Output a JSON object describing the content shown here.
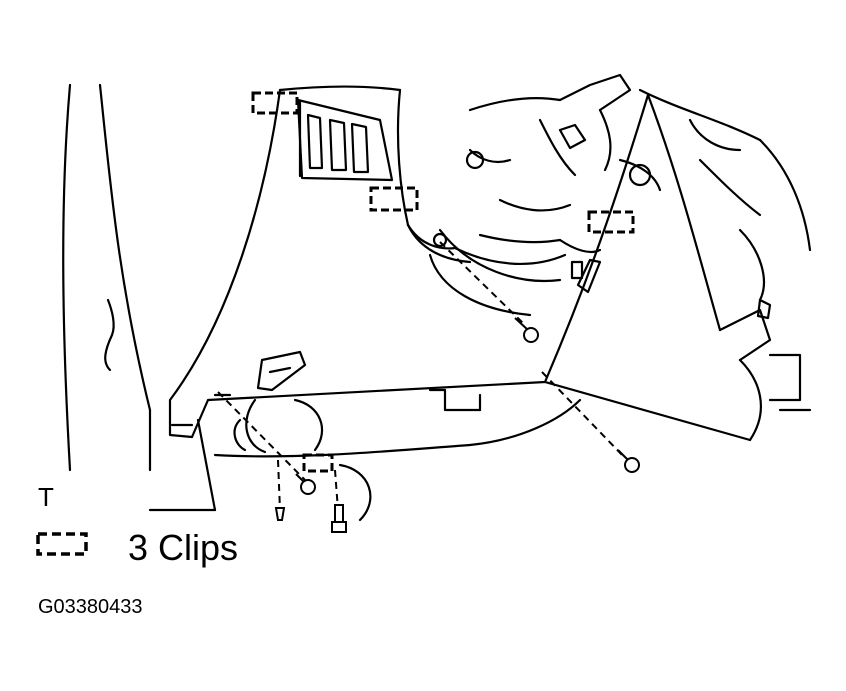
{
  "diagram": {
    "orientation_mark": "T",
    "legend": {
      "symbol": "dashed-clip-box",
      "text": "3 Clips"
    },
    "figure_code": "G03380433",
    "ink_color": "#000000",
    "background_color": "#ffffff"
  }
}
